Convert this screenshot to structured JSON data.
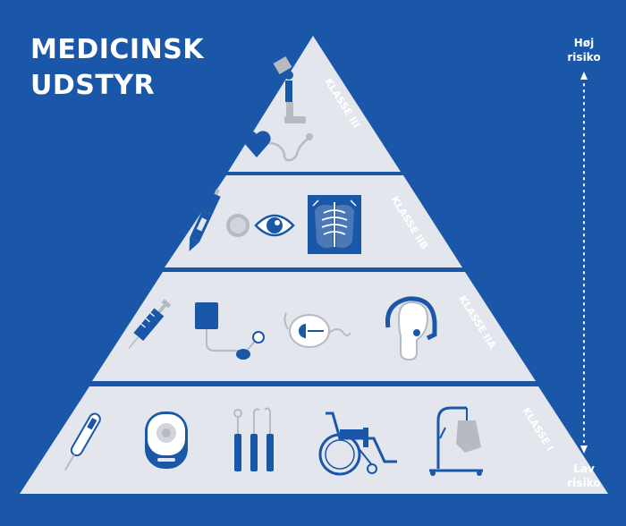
{
  "title": {
    "line1": "MEDICINSK",
    "line2": "UDSTYR"
  },
  "risk_axis": {
    "high_line1": "Høj",
    "high_line2": "risiko",
    "low_line1": "Lav",
    "low_line2": "risiko"
  },
  "levels": [
    {
      "label": "KLASSE III",
      "items": [
        "leg-prosthesis-icon",
        "pacemaker-icon"
      ]
    },
    {
      "label": "KLASSE IIB",
      "items": [
        "insulin-pen-icon",
        "contact-lens-icon",
        "eye-icon",
        "xray-icon"
      ]
    },
    {
      "label": "KLASSE IIA",
      "items": [
        "syringe-icon",
        "blood-pressure-monitor-icon",
        "eye-patch-icon",
        "hearing-aid-icon"
      ]
    },
    {
      "label": "KLASSE I",
      "items": [
        "thermometer-icon",
        "ostomy-bag-icon",
        "dental-tools-icon",
        "wheelchair-icon",
        "patient-lift-icon"
      ]
    }
  ],
  "colors": {
    "background": "#1a57a8",
    "pyramid_fill": "#e3e6ed",
    "icon_gray": "#b5bac3",
    "icon_blue": "#1a57a8",
    "text": "#ffffff"
  }
}
